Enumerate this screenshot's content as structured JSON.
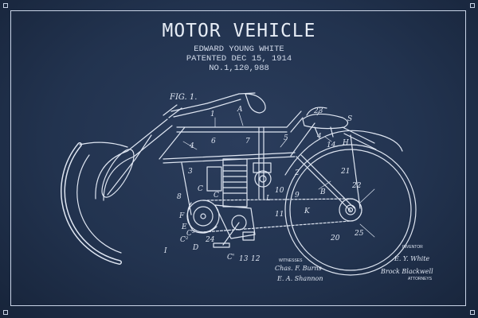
{
  "poster": {
    "title": "MOTOR VEHICLE",
    "inventor_line": "EDWARD YOUNG WHITE",
    "patent_date": "PATENTED DEC 15, 1914",
    "patent_number": "NO.1,120,988"
  },
  "drawing": {
    "figure_label": "FIG. 1.",
    "part_labels": [
      "A",
      "1",
      "7",
      "5",
      "4",
      "6",
      "8",
      "3",
      "9",
      "10",
      "11",
      "12",
      "13",
      "14",
      "C",
      "C",
      "C'",
      "C²",
      "C³",
      "E",
      "D",
      "F",
      "H",
      "I",
      "B",
      "K",
      "20",
      "21",
      "22",
      "23",
      "24",
      "25",
      "S",
      "2",
      "L",
      "4"
    ],
    "witnesses_label": "WITNESSES",
    "inventor_label": "INVENTOR",
    "signature_witness_1": "Chas. F. Burns",
    "signature_witness_2": "E. A. Shannon",
    "signature_inventor": "E. Y. White",
    "signature_attorney": "Brock Blackwell",
    "attorneys_label": "ATTORNEYS"
  },
  "colors": {
    "background": "#22334f",
    "line": "#dfe6f2",
    "text": "#e6ecf5"
  }
}
